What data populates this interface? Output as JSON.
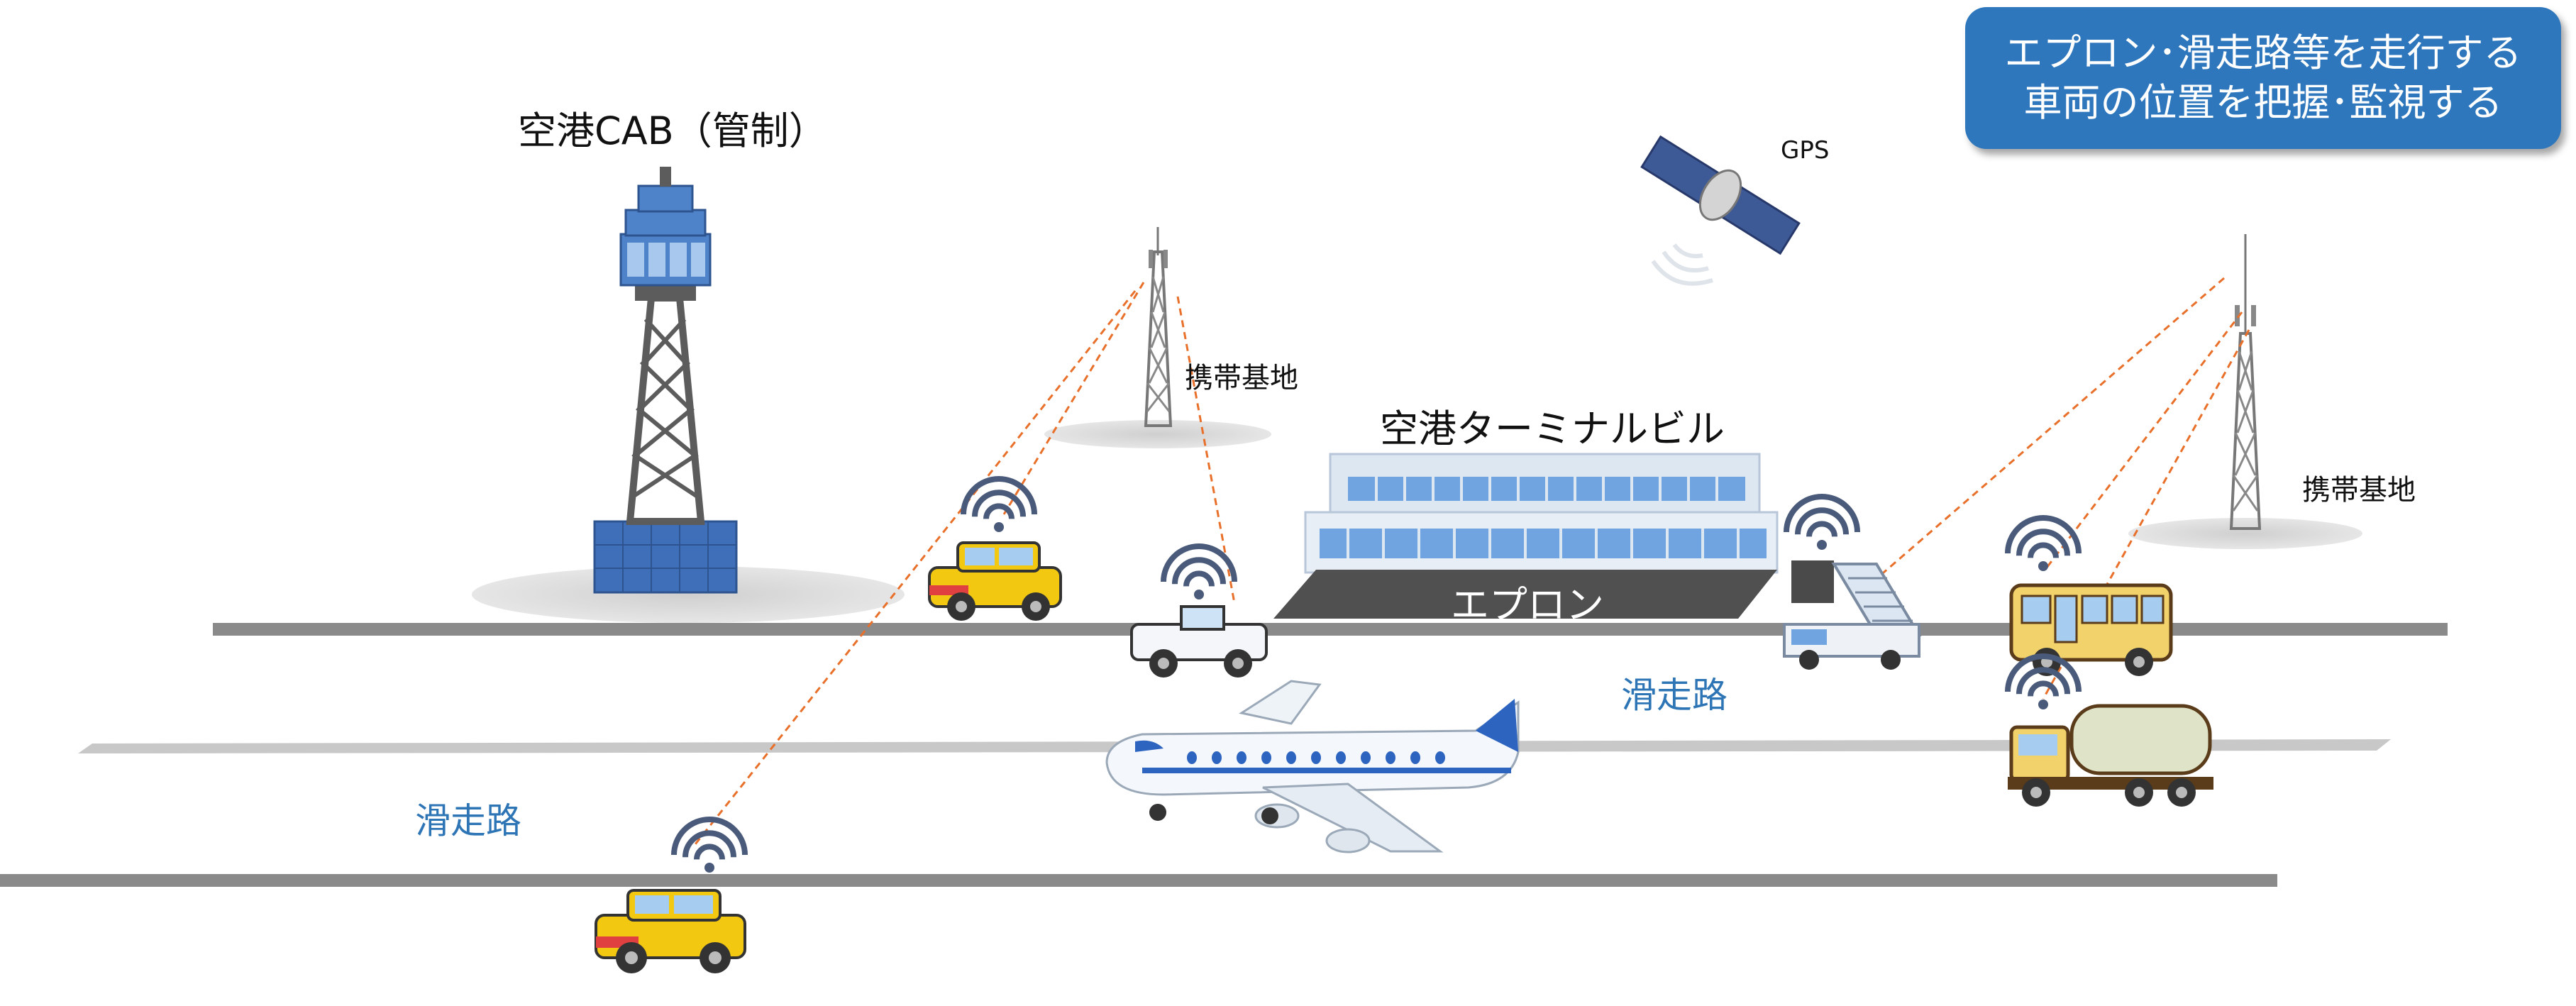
{
  "labels": {
    "tower": "空港CAB（管制）",
    "gps": "GPS",
    "base_left": "携帯基地",
    "base_right": "携帯基地",
    "terminal": "空港ターミナルビル",
    "apron": "エプロン",
    "runway_right": "滑走路",
    "runway_left": "滑走路"
  },
  "callout": {
    "line1": "エプロン･滑走路等を走行する",
    "line2": "車両の位置を把握･監視する"
  },
  "colors": {
    "callout_bg": "#2f77bd",
    "link_line": "#e8702a",
    "road": "#8a8a8a",
    "label_blue": "#2e75b6",
    "wifi": "#4a5a7a"
  },
  "icons": [
    "control-tower-icon",
    "satellite-icon",
    "cell-tower-icon",
    "terminal-building-icon",
    "airplane-icon",
    "yellow-car-icon",
    "tug-icon",
    "stairs-truck-icon",
    "bus-icon",
    "tanker-truck-icon",
    "wifi-icon"
  ]
}
